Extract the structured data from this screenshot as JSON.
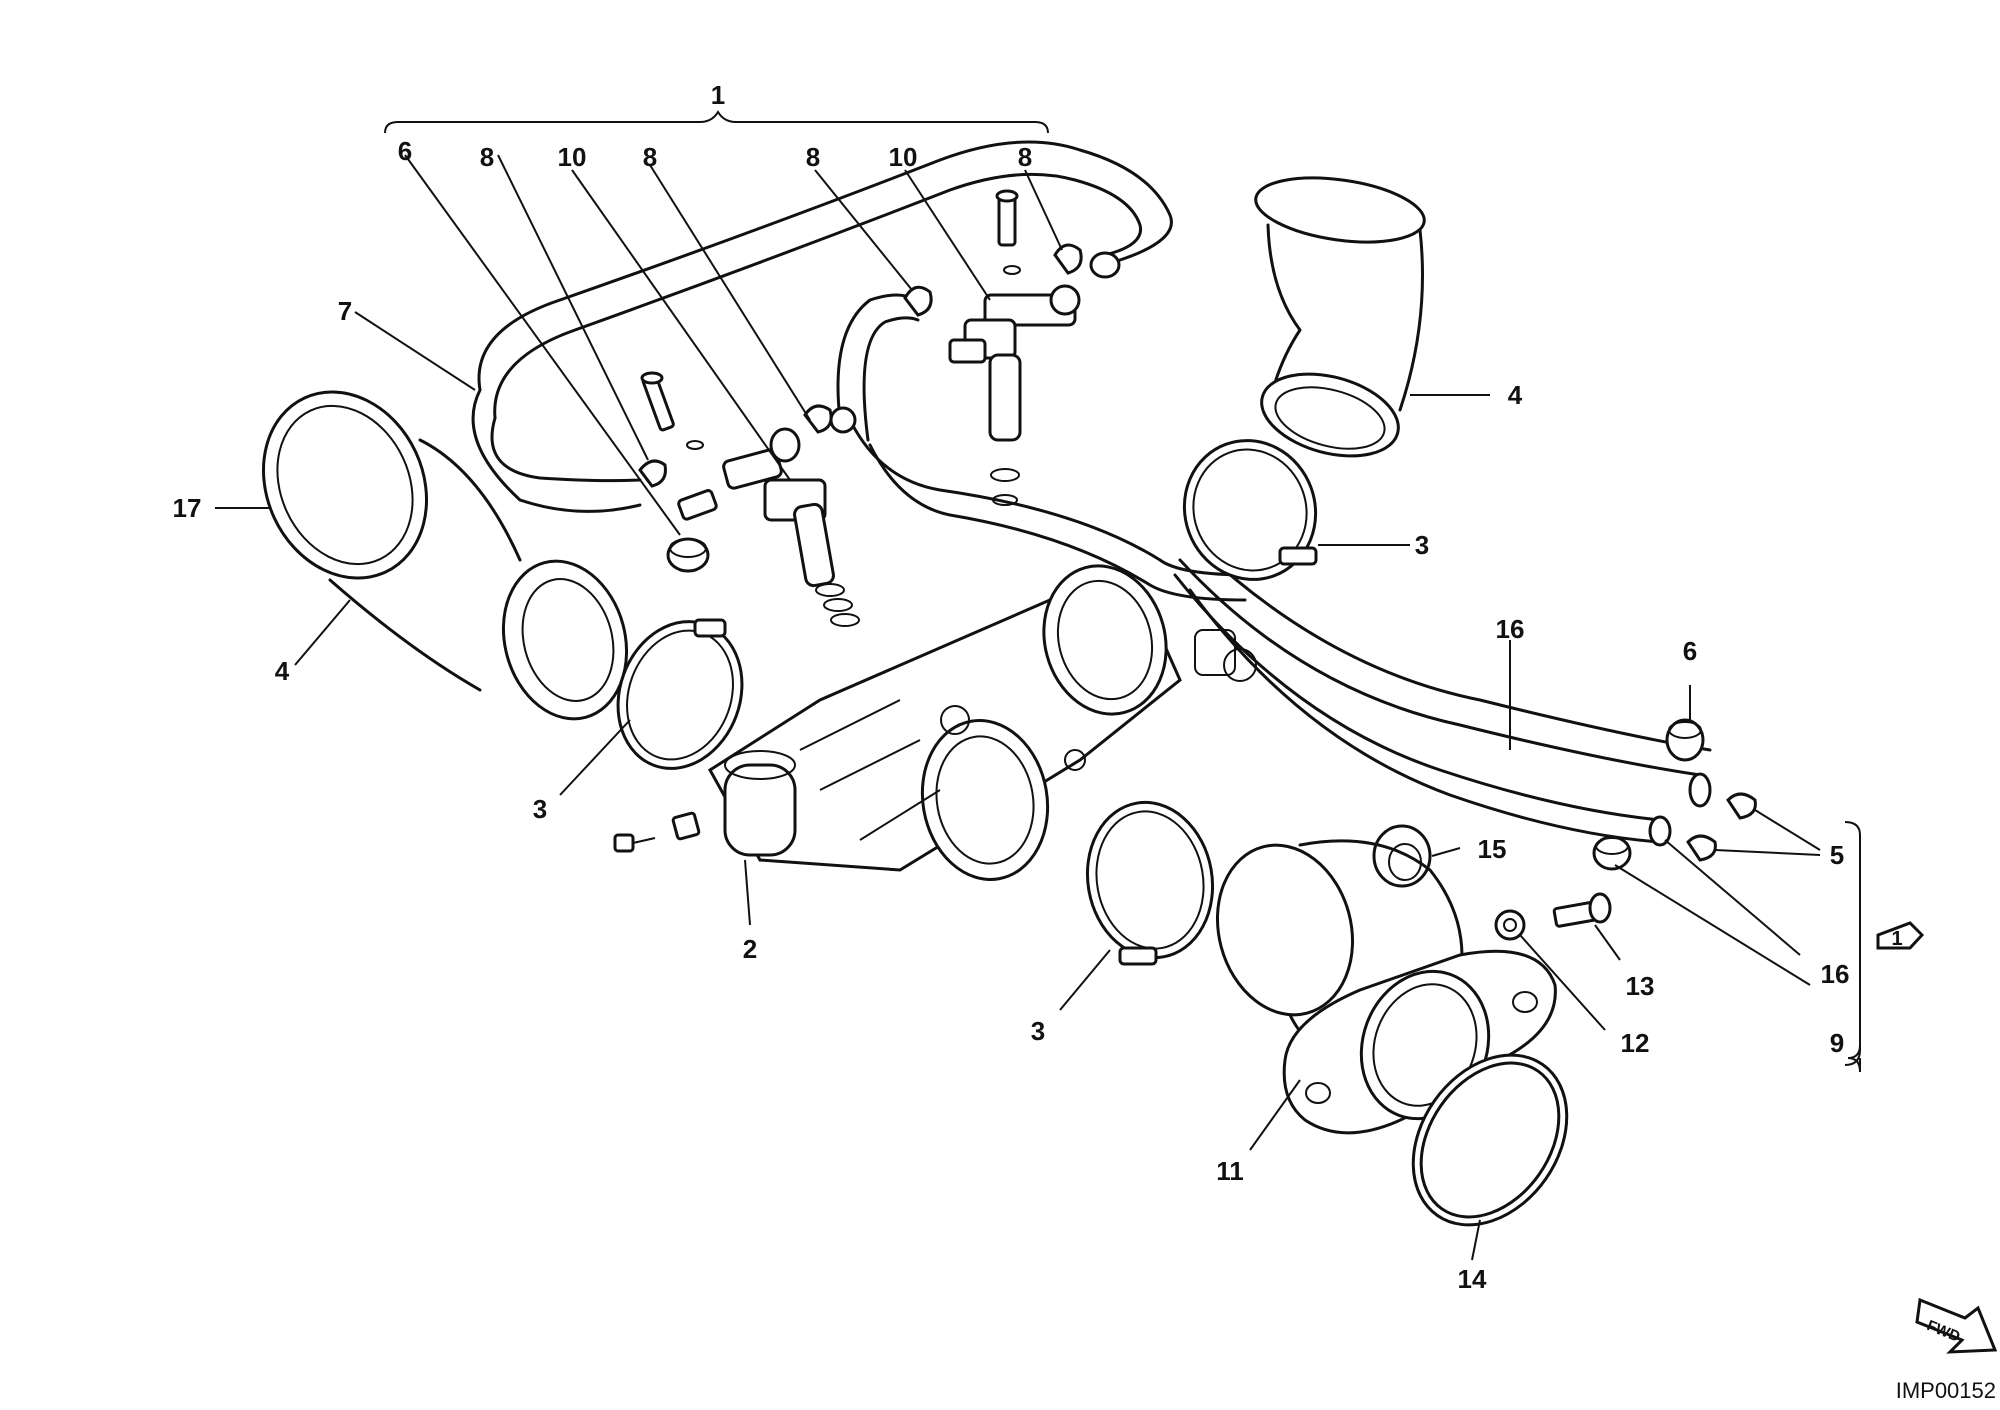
{
  "diagram": {
    "labels": {
      "assembly_top": "1",
      "injector_o_ring_left": "6",
      "clip_a": "8",
      "fuel_fitting_left": "10",
      "clip_b": "8",
      "clip_c": "8",
      "fuel_fitting_right": "10",
      "clip_d": "8",
      "fuel_hose": "7",
      "clamp_large": "17",
      "intake_boot_left": "4",
      "intake_boot_right": "4",
      "clamp_upper_right": "3",
      "clamp_left": "3",
      "throttle_body": "2",
      "clamp_lower": "3",
      "vent_hose_top": "16",
      "cap_right": "6",
      "clips_right": "5",
      "vent_hose_bottom": "16",
      "spacer_15": "15",
      "bolt_13": "13",
      "washer_12": "12",
      "cap_9": "9",
      "manifold": "11",
      "gasket": "14",
      "kit_marker": "1"
    },
    "fwd_badge": "FWD",
    "reference_code": "IMP00152"
  }
}
